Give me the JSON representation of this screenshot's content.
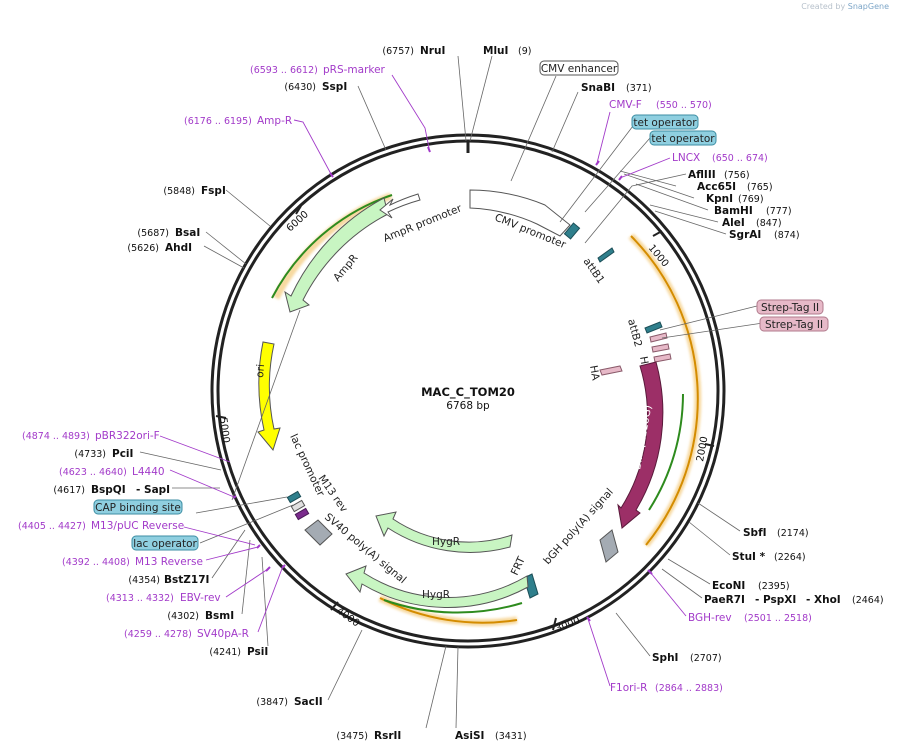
{
  "credit": {
    "prefix": "Created by",
    "brand": "SnapGene"
  },
  "plasmid": {
    "name": "MAC_C_TOM20",
    "length": "6768 bp"
  },
  "ticks": [
    "1000",
    "2000",
    "3000",
    "4000",
    "5000",
    "6000"
  ],
  "enzymes": [
    {
      "name": "NruI",
      "pos": "(6757)"
    },
    {
      "name": "MluI",
      "pos": "(9)"
    },
    {
      "name": "SnaBI",
      "pos": "(371)"
    },
    {
      "name": "AflIII",
      "pos": "(756)"
    },
    {
      "name": "Acc65I",
      "pos": "(765)"
    },
    {
      "name": "KpnI",
      "pos": "(769)"
    },
    {
      "name": "BamHI",
      "pos": "(777)"
    },
    {
      "name": "AleI",
      "pos": "(847)"
    },
    {
      "name": "SgrAI",
      "pos": "(874)"
    },
    {
      "name": "SbfI",
      "pos": "(2174)"
    },
    {
      "name": "StuI *",
      "pos": "(2264)"
    },
    {
      "name": "EcoNI",
      "pos": "(2395)"
    },
    {
      "name": "PaeR7I",
      "pos": ""
    },
    {
      "name": "- PspXI",
      "pos": ""
    },
    {
      "name": "- XhoI",
      "pos": "(2464)"
    },
    {
      "name": "SphI",
      "pos": "(2707)"
    },
    {
      "name": "AsiSI",
      "pos": "(3431)"
    },
    {
      "name": "RsrII",
      "pos": "(3475)"
    },
    {
      "name": "SacII",
      "pos": "(3847)"
    },
    {
      "name": "PsiI",
      "pos": "(4241)"
    },
    {
      "name": "BsmI",
      "pos": "(4302)"
    },
    {
      "name": "BstZ17I",
      "pos": "(4354)"
    },
    {
      "name": "BspQI",
      "pos": "(4617)"
    },
    {
      "name": "- SapI",
      "pos": ""
    },
    {
      "name": "PciI",
      "pos": "(4733)"
    },
    {
      "name": "AhdI",
      "pos": "(5626)"
    },
    {
      "name": "BsaI",
      "pos": "(5687)"
    },
    {
      "name": "FspI",
      "pos": "(5848)"
    },
    {
      "name": "SspI",
      "pos": "(6430)"
    }
  ],
  "primers": [
    {
      "name": "pRS-marker",
      "pos": "(6593 .. 6612)"
    },
    {
      "name": "Amp-R",
      "pos": "(6176 .. 6195)"
    },
    {
      "name": "CMV-F",
      "pos": "(550 .. 570)"
    },
    {
      "name": "LNCX",
      "pos": "(650 .. 674)"
    },
    {
      "name": "BGH-rev",
      "pos": "(2501 .. 2518)"
    },
    {
      "name": "F1ori-R",
      "pos": "(2864 .. 2883)"
    },
    {
      "name": "SV40pA-R",
      "pos": "(4259 .. 4278)"
    },
    {
      "name": "EBV-rev",
      "pos": "(4313 .. 4332)"
    },
    {
      "name": "M13 Reverse",
      "pos": "(4392 .. 4408)"
    },
    {
      "name": "M13/pUC Reverse",
      "pos": "(4405 .. 4427)"
    },
    {
      "name": "L4440",
      "pos": "(4623 .. 4640)"
    },
    {
      "name": "pBR322ori-F",
      "pos": "(4874 .. 4893)"
    }
  ],
  "boxed_features": [
    {
      "name": "CMV enhancer",
      "fill": "#ffffff",
      "stroke": "#555555"
    },
    {
      "name": "tet operator",
      "fill": "#8fcfe0",
      "stroke": "#3d8ea3"
    },
    {
      "name": "tet operator",
      "fill": "#8fcfe0",
      "stroke": "#3d8ea3"
    },
    {
      "name": "Strep-Tag II",
      "fill": "#e7b9c8",
      "stroke": "#b07a8c"
    },
    {
      "name": "Strep-Tag II",
      "fill": "#e7b9c8",
      "stroke": "#b07a8c"
    },
    {
      "name": "CAP binding site",
      "fill": "#8fcfe0",
      "stroke": "#3d8ea3"
    },
    {
      "name": "lac operator",
      "fill": "#8fcfe0",
      "stroke": "#3d8ea3"
    }
  ],
  "features": {
    "cmv_promoter": "CMV promoter",
    "attb1": "attB1",
    "attb2": "attB2",
    "ha1": "HA",
    "ha2": "HA",
    "bira": "BirA(R118G)",
    "bgh": "bGH poly(A) signal",
    "frt": "FRT",
    "hygr1": "HygR",
    "hygr2": "HygR",
    "sv40": "SV40 poly(A) signal",
    "m13rev": "M13 rev",
    "lac_promoter": "lac promoter",
    "ori": "ori",
    "ampr": "AmpR",
    "ampr_promoter": "AmpR promoter"
  },
  "colors": {
    "backbone": "#222222",
    "promoter": "#ffffff",
    "attb": "#2f7f8c",
    "tag": "#e7b9c8",
    "bira": "#9c2f67",
    "terminator": "#a4abb3",
    "marker": "#c8f5c2",
    "ori": "#ffff00",
    "orf": "#f0a830",
    "primer": "#a23ac9"
  }
}
